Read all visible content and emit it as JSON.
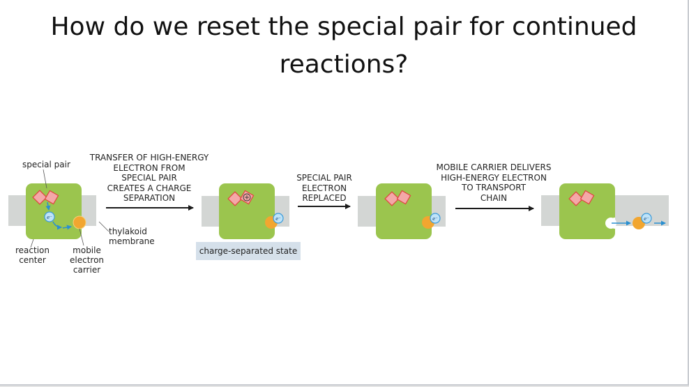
{
  "slide": {
    "title_line1": "How do we reset the special pair for continued",
    "title_line2": "reactions?"
  },
  "diagram": {
    "labels": {
      "special_pair": "special pair",
      "thylakoid_line1": "thylakoid",
      "thylakoid_line2": "membrane",
      "reaction_center_line1": "reaction",
      "reaction_center_line2": "center",
      "mobile_carrier_line1": "mobile",
      "mobile_carrier_line2": "electron",
      "mobile_carrier_line3": "carrier",
      "charge_separated_state": "charge-separated state",
      "electron_symbol": "e−",
      "plus_symbol": "+"
    },
    "steps": [
      {
        "lines": [
          "TRANSFER OF HIGH-ENERGY",
          "ELECTRON FROM",
          "SPECIAL PAIR",
          "CREATES A CHARGE",
          "SEPARATION"
        ]
      },
      {
        "lines": [
          "SPECIAL PAIR",
          "ELECTRON",
          "REPLACED"
        ]
      },
      {
        "lines": [
          "MOBILE CARRIER DELIVERS",
          "HIGH-ENERGY ELECTRON",
          "TO TRANSPORT",
          "CHAIN"
        ]
      }
    ],
    "colors": {
      "reaction_center": "#9bc54e",
      "membrane": "#d3d6d4",
      "special_pair_fill": "#f4a8a8",
      "special_pair_stroke": "#e0433e",
      "carrier": "#f2a630",
      "electron_fill": "#bfe3f8",
      "electron_stroke": "#3a9ad9",
      "arrow_blue": "#2a8fd0",
      "caption_bg": "#d5e0ea"
    }
  }
}
